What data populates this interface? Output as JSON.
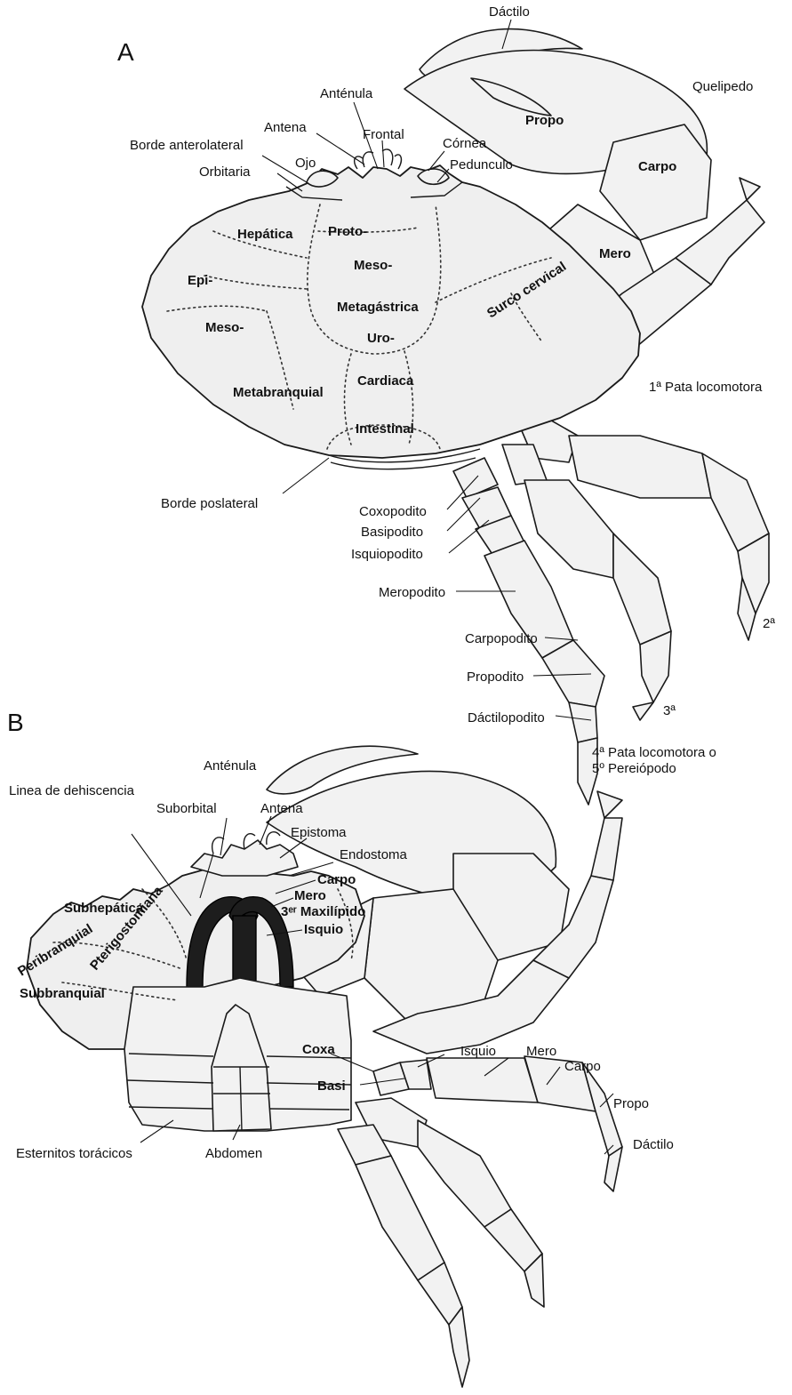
{
  "panels": {
    "a": "A",
    "b": "B"
  },
  "panel_a": {
    "dactilo": "Dáctilo",
    "quelipedo": "Quelipedo",
    "propo": "Propo",
    "carpo": "Carpo",
    "mero": "Mero",
    "antenula": "Anténula",
    "antena": "Antena",
    "frontal": "Frontal",
    "cornea": "Córnea",
    "borde_anterolateral": "Borde anterolateral",
    "ojo": "Ojo",
    "pedunculo": "Pedunculo",
    "orbitaria": "Orbitaria",
    "hepatica": "Hepática",
    "proto": "Proto-",
    "meso_gastrica": "Meso-",
    "epi": "Epi-",
    "surco_cervical": "Surco cervical",
    "metagastrica": "Metagástrica",
    "meso_branquial": "Meso-",
    "uro": "Uro-",
    "cardiaca": "Cardiaca",
    "metabranquial": "Metabranquial",
    "pata_1": "1ª Pata locomotora",
    "intestinal": "Intestinal",
    "borde_poslateral": "Borde poslateral",
    "coxopodito": "Coxopodito",
    "basipodito": "Basipodito",
    "isquiopodito": "Isquiopodito",
    "meropodito": "Meropodito",
    "pata_2": "2ª",
    "carpopodito": "Carpopodito",
    "propodito": "Propodito",
    "pata_3": "3ª",
    "dactilopodito": "Dáctilopodito",
    "pata_4_line1": "4ª Pata locomotora o",
    "pata_4_line2": "5º Pereiópodo"
  },
  "panel_b": {
    "antenula": "Anténula",
    "linea_dehiscencia": "Linea de dehiscencia",
    "suborbital": "Suborbital",
    "antena": "Antena",
    "epistoma": "Epistoma",
    "endostoma": "Endostoma",
    "carpo": "Carpo",
    "mero": "Mero",
    "subhepatica": "Subhepática",
    "maxilipido": "3ᵉʳ Maxilípido",
    "isquio": "Isquio",
    "peribranquial": "Peribranquial",
    "pterigostomiana": "Pterigostomiana",
    "subbranquial": "Subbranquial",
    "coxa": "Coxa",
    "isquio_leg": "Isquio",
    "mero_leg": "Mero",
    "carpo_leg": "Carpo",
    "basi": "Basi",
    "propo_leg": "Propo",
    "dactilo_leg": "Dáctilo",
    "esternitos": "Esternitos torácicos",
    "abdomen": "Abdomen"
  }
}
